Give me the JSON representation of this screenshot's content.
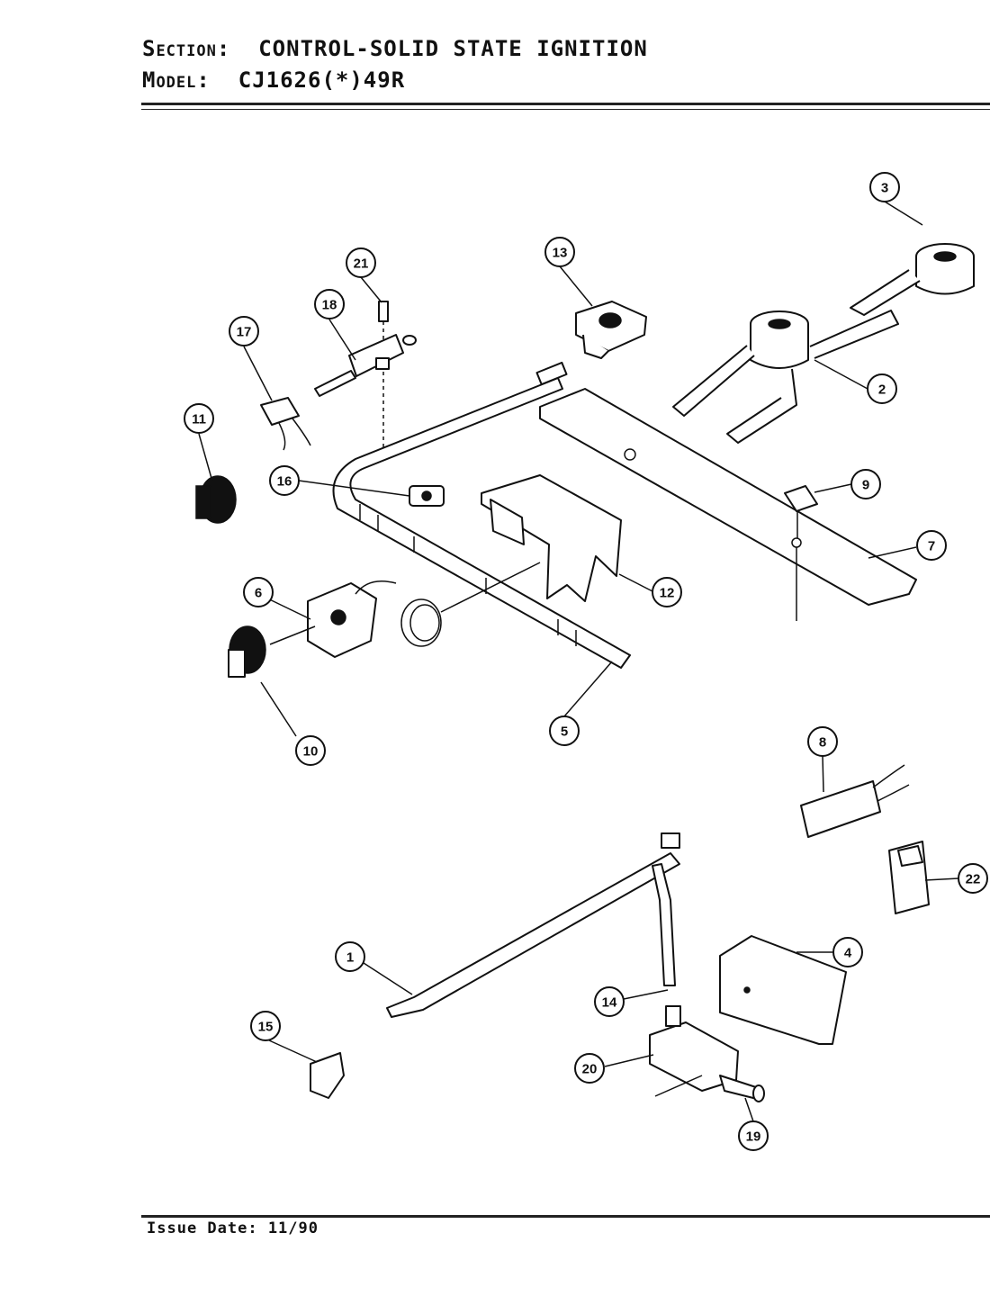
{
  "header": {
    "section_key": "Section:",
    "section_value": "CONTROL-SOLID STATE IGNITION",
    "model_key": "Model:",
    "model_value": "CJ1626(*)49R"
  },
  "footer": {
    "issue_date": "Issue Date: 11/90"
  },
  "callouts": [
    "1",
    "2",
    "3",
    "4",
    "5",
    "6",
    "7",
    "8",
    "9",
    "10",
    "11",
    "12",
    "13",
    "14",
    "15",
    "16",
    "17",
    "18",
    "19",
    "20",
    "21",
    "22"
  ]
}
